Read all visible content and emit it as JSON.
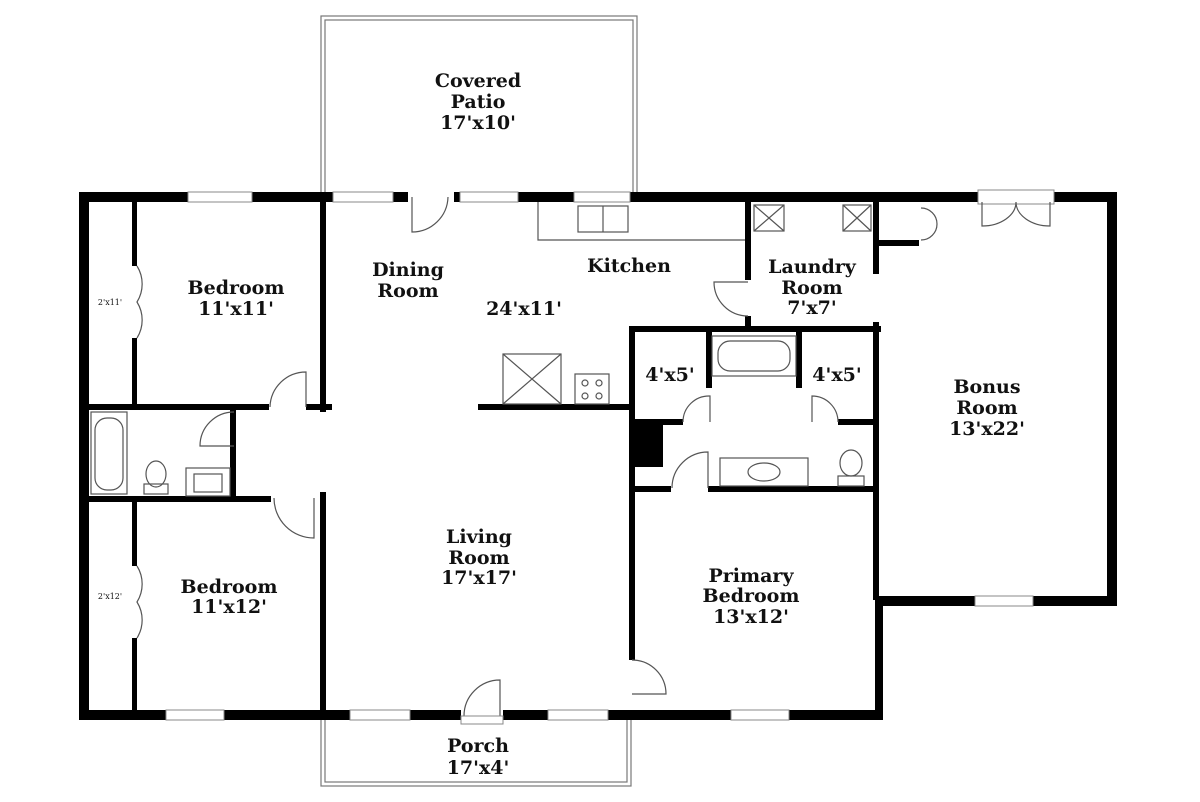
{
  "floorplan": {
    "rooms": {
      "covered_patio": {
        "name_line1": "Covered",
        "name_line2": "Patio",
        "dims": "17'x10'"
      },
      "bedroom_1": {
        "name": "Bedroom",
        "dims": "11'x11'"
      },
      "dining_room": {
        "name_line1": "Dining",
        "name_line2": "Room"
      },
      "kitchen": {
        "name": "Kitchen",
        "dims": "24'x11'"
      },
      "laundry_room": {
        "name_line1": "Laundry",
        "name_line2": "Room",
        "dims": "7'x7'"
      },
      "bonus_room": {
        "name_line1": "Bonus",
        "name_line2": "Room",
        "dims": "13'x22'"
      },
      "closet_1": {
        "dims": "2'x11'"
      },
      "closet_2": {
        "dims": "2'x12'"
      },
      "wic_left": {
        "dims": "4'x5'"
      },
      "wic_right": {
        "dims": "4'x5'"
      },
      "living_room": {
        "name_line1": "Living",
        "name_line2": "Room",
        "dims": "17'x17'"
      },
      "bedroom_2": {
        "name": "Bedroom",
        "dims": "11'x12'"
      },
      "primary_bedroom": {
        "name_line1": "Primary",
        "name_line2": "Bedroom",
        "dims": "13'x12'"
      },
      "porch": {
        "name": "Porch",
        "dims": "17'x4'"
      }
    }
  }
}
